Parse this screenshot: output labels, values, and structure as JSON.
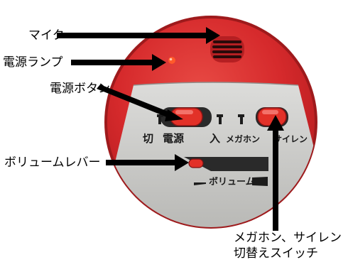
{
  "labels": {
    "mic": "マイク",
    "lamp": "電源ランプ",
    "power_button": "電源ボタン",
    "volume_lever": "ボリュームレバー",
    "switch_line1": "メガホン、サイレン",
    "switch_line2": "切替えスイッチ"
  },
  "panel": {
    "off": "切",
    "power": "電源",
    "on": "入",
    "megaphone": "メガホン",
    "siren": "サイレン",
    "volume": "ボリューム"
  },
  "colors": {
    "body_red": "#d62a2c",
    "panel_silver": "#c9c9c7",
    "button_red": "#e23128",
    "label_text": "#000000"
  }
}
